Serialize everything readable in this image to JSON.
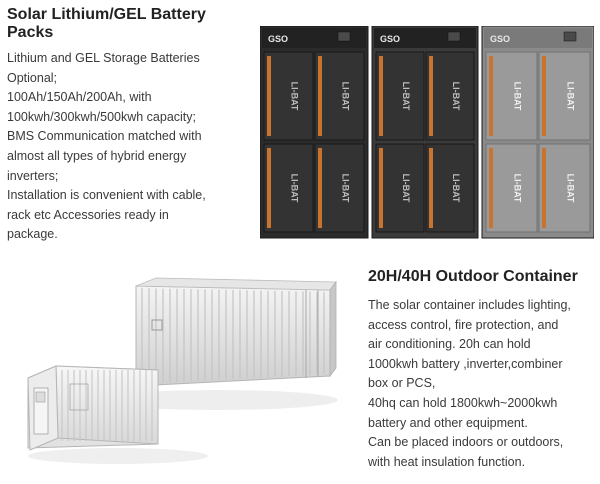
{
  "battery_section": {
    "title_lines": [
      "Solar Lithium/GEL Battery",
      "Packs"
    ],
    "description_lines": [
      "Lithium and GEL Storage Batteries",
      "Optional;",
      "100Ah/150Ah/200Ah, with",
      "100kwh/300kwh/500kwh capacity;",
      "BMS Communication matched with",
      "almost all types of hybrid energy",
      "inverters;",
      "Installation is convenient with cable,",
      "rack etc Accessories ready in",
      "package."
    ],
    "cabinet_logo": "GSO",
    "module_label": "LI-BAT",
    "cabinet_colors": [
      "#2b2b2b",
      "#3a3a3a",
      "#8a8a8a"
    ]
  },
  "container_section": {
    "title": "20H/40H Outdoor Container",
    "description_lines": [
      "The solar container includes lighting,",
      "access control, fire protection, and",
      "air conditioning. 20h can hold",
      "1000kwh battery ,inverter,combiner",
      "box or PCS,",
      "40hq can hold 1800kwh~2000kwh",
      "battery and other equipment.",
      "Can be placed indoors or outdoors,",
      "with heat insulation function."
    ]
  }
}
